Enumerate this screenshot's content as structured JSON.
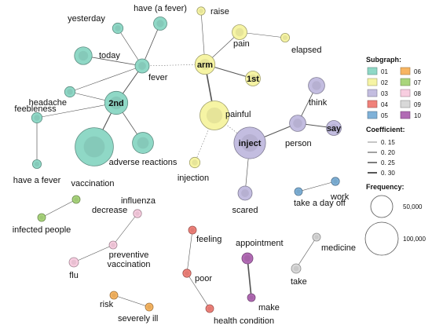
{
  "nodes": [
    {
      "id": "have_a_fever_top",
      "label": "have (a fever)",
      "group": "01",
      "freq": 8000
    },
    {
      "id": "yesterday",
      "label": "yesterday",
      "group": "01",
      "freq": 5000
    },
    {
      "id": "today",
      "label": "today",
      "group": "01",
      "freq": 14000
    },
    {
      "id": "fever",
      "label": "fever",
      "group": "01",
      "freq": 9000
    },
    {
      "id": "headache",
      "label": "headache",
      "group": "01",
      "freq": 5000
    },
    {
      "id": "2nd",
      "label": "2nd",
      "group": "01",
      "freq": 24000
    },
    {
      "id": "feebleness",
      "label": "feebleness",
      "group": "01",
      "freq": 5000
    },
    {
      "id": "have_a_fever",
      "label": "have a fever",
      "group": "01",
      "freq": 3500
    },
    {
      "id": "vaccination",
      "label": "vaccination",
      "group": "01",
      "freq": 66000
    },
    {
      "id": "adverse_reactions",
      "label": "adverse reactions",
      "group": "01",
      "freq": 20000
    },
    {
      "id": "raise",
      "label": "raise",
      "group": "02",
      "freq": 3000
    },
    {
      "id": "pain",
      "label": "pain",
      "group": "02",
      "freq": 10000
    },
    {
      "id": "elapsed",
      "label": "elapsed",
      "group": "02",
      "freq": 3500
    },
    {
      "id": "arm",
      "label": "arm",
      "group": "02",
      "freq": 18000
    },
    {
      "id": "1st",
      "label": "1st",
      "group": "02",
      "freq": 10000
    },
    {
      "id": "painful",
      "label": "painful",
      "group": "02",
      "freq": 38000
    },
    {
      "id": "injection",
      "label": "injection",
      "group": "02",
      "freq": 5000
    },
    {
      "id": "think",
      "label": "think",
      "group": "03",
      "freq": 12000
    },
    {
      "id": "say",
      "label": "say",
      "group": "03",
      "freq": 10000
    },
    {
      "id": "person",
      "label": "person",
      "group": "03",
      "freq": 12000
    },
    {
      "id": "inject",
      "label": "inject",
      "group": "03",
      "freq": 45000
    },
    {
      "id": "scared",
      "label": "scared",
      "group": "03",
      "freq": 9000
    },
    {
      "id": "take_a_day_off",
      "label": "take a day off",
      "group": "05",
      "freq": 2000
    },
    {
      "id": "work",
      "label": "work",
      "group": "05",
      "freq": 3000
    },
    {
      "id": "decrease",
      "label": "decrease",
      "group": "07",
      "freq": 2000
    },
    {
      "id": "infected_people",
      "label": "infected people",
      "group": "07",
      "freq": 2000
    },
    {
      "id": "influenza",
      "label": "influenza",
      "group": "08",
      "freq": 3000
    },
    {
      "id": "preventive_vaccination",
      "label": "preventive vaccination",
      "group": "08",
      "freq": 2500
    },
    {
      "id": "flu",
      "label": "flu",
      "group": "08",
      "freq": 4000
    },
    {
      "id": "feeling",
      "label": "feeling",
      "group": "04",
      "freq": 1800
    },
    {
      "id": "poor",
      "label": "poor",
      "group": "04",
      "freq": 3000
    },
    {
      "id": "health_condition",
      "label": "health condition",
      "group": "04",
      "freq": 2500
    },
    {
      "id": "appointment",
      "label": "appointment",
      "group": "10",
      "freq": 5500
    },
    {
      "id": "make",
      "label": "make",
      "group": "10",
      "freq": 2000
    },
    {
      "id": "medicine",
      "label": "medicine",
      "group": "09",
      "freq": 2000
    },
    {
      "id": "take",
      "label": "take",
      "group": "09",
      "freq": 4000
    },
    {
      "id": "risk",
      "label": "risk",
      "group": "06",
      "freq": 1800
    },
    {
      "id": "severely_ill",
      "label": "severely ill",
      "group": "06",
      "freq": 2500
    }
  ],
  "edges": [
    {
      "source": "have_a_fever_top",
      "target": "fever",
      "coef": 0.18,
      "style": "solid"
    },
    {
      "source": "yesterday",
      "target": "fever",
      "coef": 0.16,
      "style": "solid"
    },
    {
      "source": "today",
      "target": "fever",
      "coef": 0.18,
      "style": "solid"
    },
    {
      "source": "fever",
      "target": "2nd",
      "coef": 0.2,
      "style": "solid"
    },
    {
      "source": "headache",
      "target": "fever",
      "coef": 0.15,
      "style": "solid"
    },
    {
      "source": "headache",
      "target": "2nd",
      "coef": 0.15,
      "style": "solid"
    },
    {
      "source": "feebleness",
      "target": "2nd",
      "coef": 0.15,
      "style": "solid"
    },
    {
      "source": "have_a_fever",
      "target": "feebleness",
      "coef": 0.16,
      "style": "solid"
    },
    {
      "source": "2nd",
      "target": "vaccination",
      "coef": 0.22,
      "style": "solid"
    },
    {
      "source": "2nd",
      "target": "adverse_reactions",
      "coef": 0.17,
      "style": "solid"
    },
    {
      "source": "fever",
      "target": "arm",
      "coef": 0.15,
      "style": "dotted"
    },
    {
      "source": "raise",
      "target": "arm",
      "coef": 0.15,
      "style": "solid"
    },
    {
      "source": "pain",
      "target": "arm",
      "coef": 0.16,
      "style": "solid"
    },
    {
      "source": "pain",
      "target": "elapsed",
      "coef": 0.15,
      "style": "solid"
    },
    {
      "source": "arm",
      "target": "1st",
      "coef": 0.22,
      "style": "solid"
    },
    {
      "source": "arm",
      "target": "painful",
      "coef": 0.28,
      "style": "solid"
    },
    {
      "source": "painful",
      "target": "inject",
      "coef": 0.15,
      "style": "dotted"
    },
    {
      "source": "painful",
      "target": "injection",
      "coef": 0.15,
      "style": "dotted"
    },
    {
      "source": "inject",
      "target": "person",
      "coef": 0.2,
      "style": "solid"
    },
    {
      "source": "inject",
      "target": "scared",
      "coef": 0.16,
      "style": "solid"
    },
    {
      "source": "person",
      "target": "think",
      "coef": 0.18,
      "style": "solid"
    },
    {
      "source": "person",
      "target": "say",
      "coef": 0.2,
      "style": "solid"
    },
    {
      "source": "take_a_day_off",
      "target": "work",
      "coef": 0.15,
      "style": "solid"
    },
    {
      "source": "decrease",
      "target": "infected_people",
      "coef": 0.15,
      "style": "solid"
    },
    {
      "source": "influenza",
      "target": "preventive_vaccination",
      "coef": 0.15,
      "style": "solid"
    },
    {
      "source": "preventive_vaccination",
      "target": "flu",
      "coef": 0.15,
      "style": "solid"
    },
    {
      "source": "feeling",
      "target": "poor",
      "coef": 0.15,
      "style": "solid"
    },
    {
      "source": "poor",
      "target": "health_condition",
      "coef": 0.15,
      "style": "solid"
    },
    {
      "source": "appointment",
      "target": "make",
      "coef": 0.28,
      "style": "solid"
    },
    {
      "source": "medicine",
      "target": "take",
      "coef": 0.15,
      "style": "solid"
    },
    {
      "source": "risk",
      "target": "severely_ill",
      "coef": 0.15,
      "style": "solid"
    }
  ],
  "legend": {
    "subgraph_title": "Subgraph:",
    "subgraphs": [
      {
        "id": "01",
        "color": "#8fd8c6"
      },
      {
        "id": "02",
        "color": "#f6f4a4"
      },
      {
        "id": "03",
        "color": "#c3bde0"
      },
      {
        "id": "04",
        "color": "#f0817a"
      },
      {
        "id": "05",
        "color": "#7fb1d8"
      },
      {
        "id": "06",
        "color": "#f7b562"
      },
      {
        "id": "07",
        "color": "#a9d57c"
      },
      {
        "id": "08",
        "color": "#f8cde0"
      },
      {
        "id": "09",
        "color": "#d8d8d8"
      },
      {
        "id": "10",
        "color": "#b16ab4"
      }
    ],
    "coefficient_title": "Coefficient:",
    "coefficients": [
      "0. 15",
      "0. 20",
      "0. 25",
      "0. 30"
    ],
    "coefficient_values": [
      0.15,
      0.2,
      0.25,
      0.3
    ],
    "frequency_title": "Frequency:",
    "frequencies": [
      "50,000",
      "100,000"
    ],
    "frequency_values": [
      50000,
      100000
    ]
  }
}
